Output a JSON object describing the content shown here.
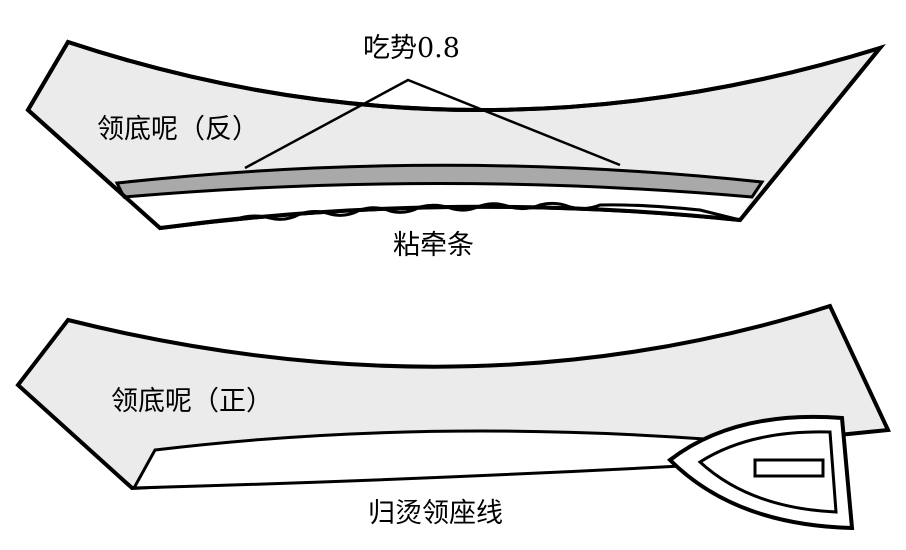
{
  "top": {
    "easing_label": "吃势0.8",
    "fabric_label": "领底呢（反）",
    "tape_label": "粘牵条"
  },
  "bottom": {
    "fabric_label": "领底呢（正）",
    "process_label": "归烫领座线"
  },
  "colors": {
    "fabric_fill": "#ebebeb",
    "tape_fill": "#a9a9a9",
    "stroke": "#000000",
    "background": "#ffffff"
  }
}
